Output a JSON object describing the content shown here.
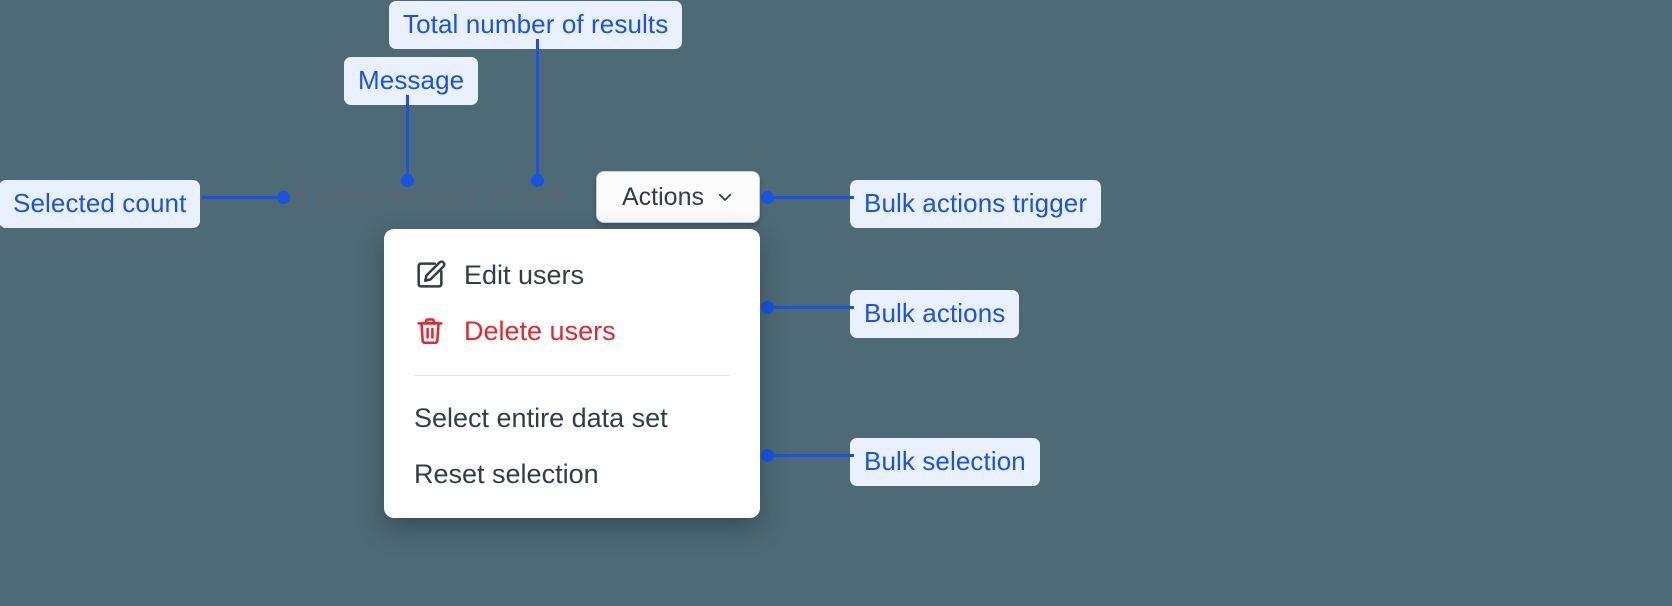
{
  "canvas": {
    "background_color": "#4d6a76",
    "annotation_color": "#1a53e0",
    "annotation_pill_background": "#eaf1fe",
    "danger_color": "#e8252a"
  },
  "selection_bar": {
    "message": "6 selected out of ###",
    "selected_count": "6",
    "total_results_placeholder": "###"
  },
  "actions_trigger": {
    "label": "Actions",
    "chevron_icon": "chevron-down-icon"
  },
  "menu": {
    "groups": [
      {
        "name": "bulk-actions",
        "items": [
          {
            "label": "Edit users",
            "icon": "edit-pencil-square-icon",
            "tone": "default"
          },
          {
            "label": "Delete users",
            "icon": "trash-icon",
            "tone": "danger"
          }
        ]
      },
      {
        "name": "bulk-selection",
        "items": [
          {
            "label": "Select entire data set",
            "icon": "",
            "tone": "default"
          },
          {
            "label": "Reset selection",
            "icon": "",
            "tone": "default"
          }
        ]
      }
    ]
  },
  "annotations": [
    {
      "id": "total-number-of-results",
      "label": "Total number of results"
    },
    {
      "id": "message",
      "label": "Message"
    },
    {
      "id": "selected-count",
      "label": "Selected count"
    },
    {
      "id": "bulk-actions-trigger",
      "label": "Bulk actions trigger"
    },
    {
      "id": "bulk-actions",
      "label": "Bulk actions"
    },
    {
      "id": "bulk-selection",
      "label": "Bulk selection"
    }
  ]
}
